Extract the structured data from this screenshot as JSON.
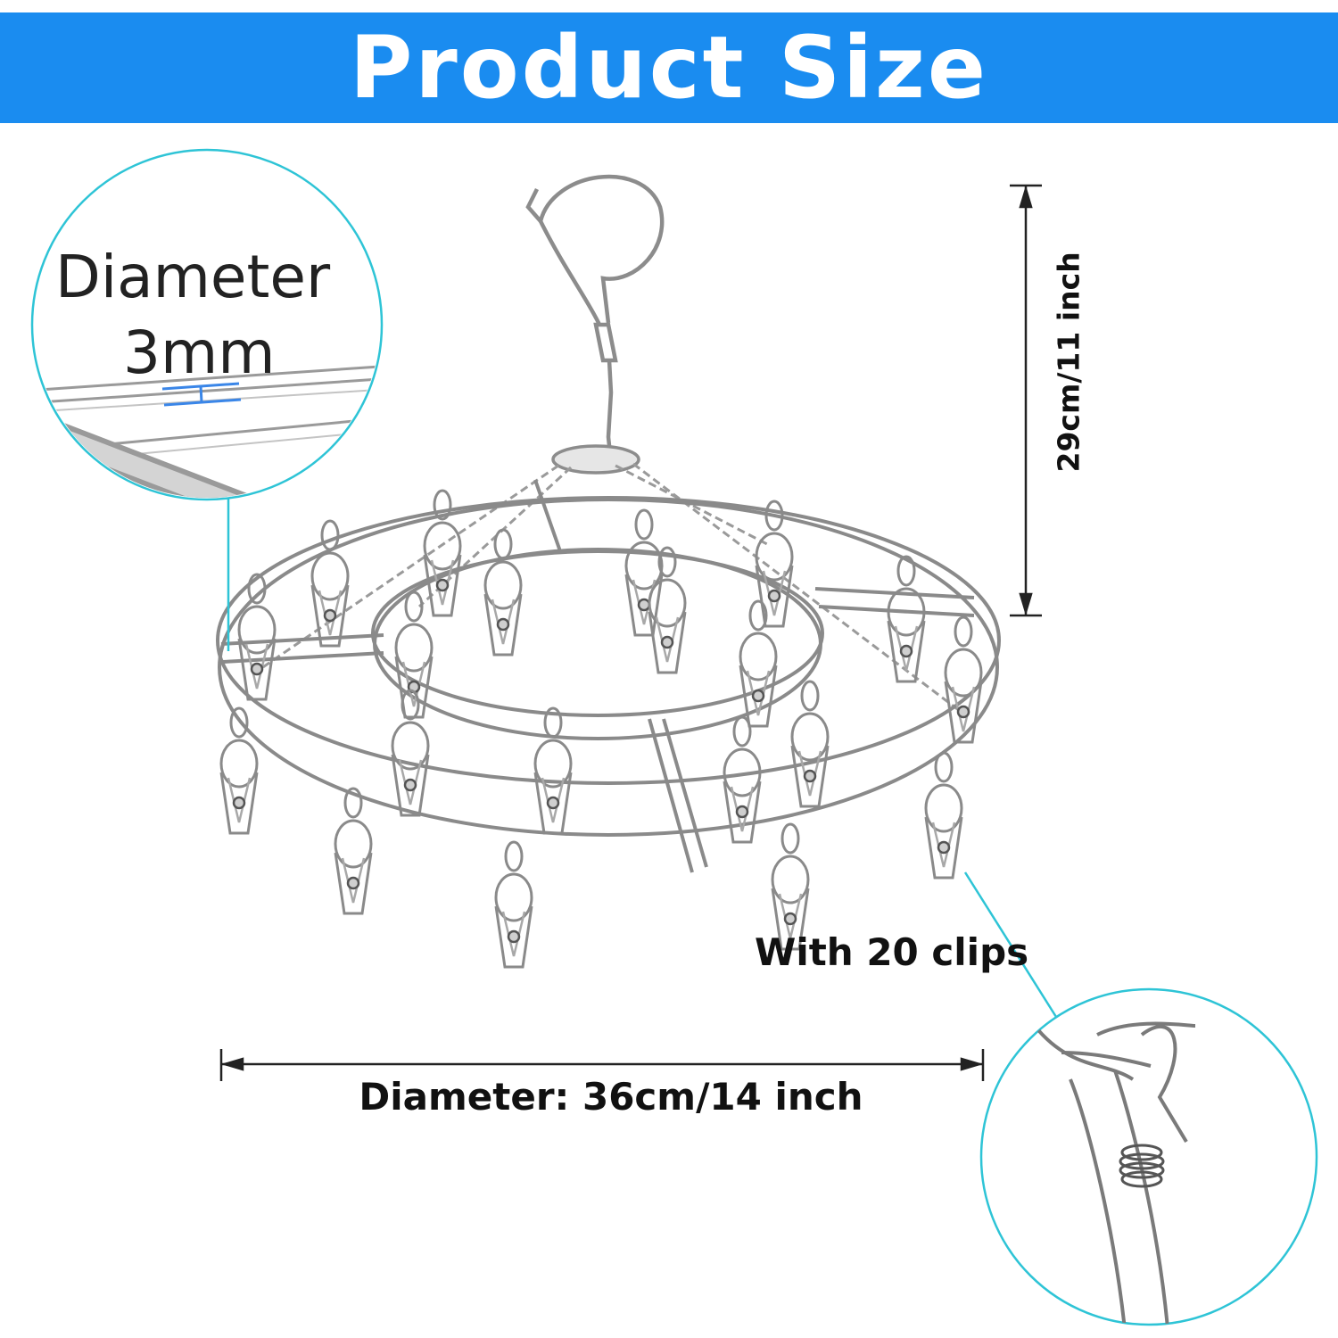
{
  "banner": {
    "title": "Product Size",
    "color": "#1a8cf0"
  },
  "zoom_wire": {
    "label": "Diameter",
    "value": "3mm"
  },
  "dimensions": {
    "height": "29cm/11 inch",
    "diameter": "Diameter: 36cm/14 inch"
  },
  "zoom_clip": {
    "caption": "With 20 clips"
  },
  "accent_color": "#2ec4d6"
}
